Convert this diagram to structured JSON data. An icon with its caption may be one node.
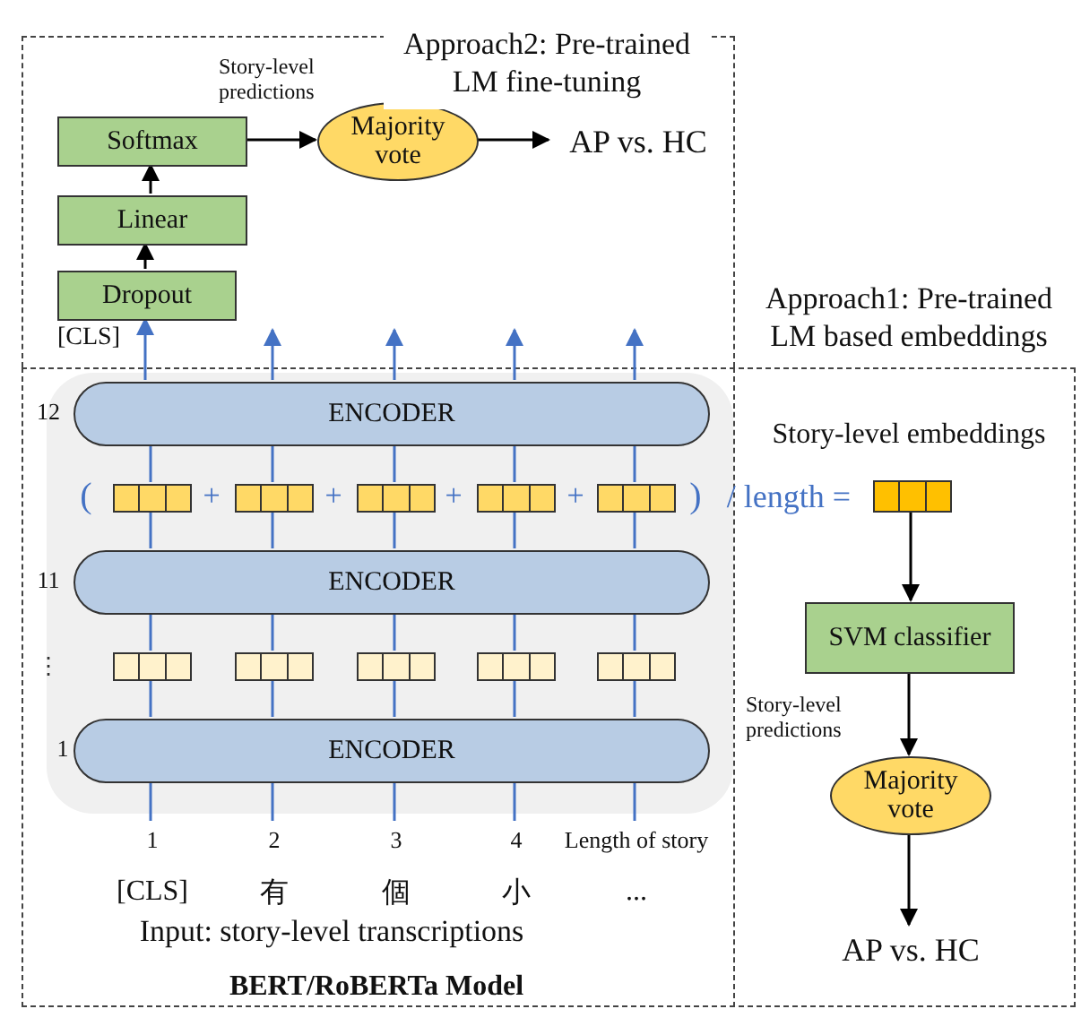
{
  "diagram": {
    "nodes": [
      {
        "text": [
          "Approach2: Pre-trained LM fine-tuning"
        ]
      },
      {
        "text": [
          "Softmax"
        ],
        "in": 0
      },
      {
        "text": [
          "Linear"
        ],
        "in": 0
      },
      {
        "text": [
          "Dropout"
        ],
        "in": 0
      },
      {
        "text": [
          "Majority vote"
        ],
        "in": 0
      },
      {
        "text": [
          "AP vs. HC"
        ],
        "in": 0
      },
      {
        "text": [
          "Approach1: Pre-trained LM based embeddings"
        ]
      },
      {
        "text": [],
        "shape": "box",
        "in": 6
      },
      {
        "text": [
          "ENCODER"
        ],
        "in": 7,
        "beside": [
          "12"
        ]
      },
      {
        "text": [
          "ENCODER"
        ],
        "in": 7,
        "beside": [
          "11"
        ]
      },
      {
        "text": [
          "ENCODER"
        ],
        "in": 7,
        "beside": [
          "1"
        ]
      },
      {
        "text": [],
        "shape": "bar",
        "in": 6,
        "beside": [
          "Story-level embeddings"
        ]
      },
      {
        "text": [
          "SVM classifier"
        ],
        "in": 6
      },
      {
        "text": [
          "Majority vote"
        ],
        "in": 6
      },
      {
        "text": [
          "AP vs. HC"
        ],
        "in": 6
      },
      {
        "text": [],
        "shape": "bar",
        "in": 7
      },
      {
        "text": [],
        "shape": "bar",
        "in": 7
      },
      {
        "text": [],
        "shape": "bar",
        "in": 7
      },
      {
        "text": [],
        "shape": "bar",
        "in": 7
      },
      {
        "text": [],
        "shape": "bar",
        "in": 7
      },
      {
        "text": [],
        "shape": "bar",
        "in": 7
      },
      {
        "text": [],
        "shape": "bar",
        "in": 7
      },
      {
        "text": [],
        "shape": "bar",
        "in": 7
      },
      {
        "text": [],
        "shape": "bar",
        "in": 7
      },
      {
        "text": [],
        "shape": "bar",
        "in": 7
      },
      {
        "text": [
          "[CLS]"
        ],
        "in": 6,
        "beside": [
          "1"
        ]
      },
      {
        "text": [
          "有"
        ],
        "in": 6,
        "beside": [
          "2"
        ]
      },
      {
        "text": [
          "個"
        ],
        "in": 6,
        "beside": [
          "3"
        ]
      },
      {
        "text": [
          "小"
        ],
        "in": 6,
        "beside": [
          "4"
        ]
      },
      {
        "text": [
          "..."
        ],
        "in": 6,
        "beside": [
          "Length of story"
        ]
      }
    ],
    "edges": [
      {
        "from": 3,
        "to": 2,
        "arrow": "to",
        "color": "#000000"
      },
      {
        "from": 2,
        "to": 1,
        "arrow": "to",
        "color": "#000000"
      },
      {
        "from": 1,
        "to": 4,
        "arrow": "to",
        "color": "#000000",
        "label": "Story-level predictions"
      },
      {
        "from": 4,
        "to": 5,
        "arrow": "to",
        "color": "#000000"
      },
      {
        "from": 8,
        "to": 3,
        "arrow": "to",
        "label": "[CLS]"
      },
      {
        "from": 8,
        "to": 0,
        "arrow": "to"
      },
      {
        "from": 8,
        "to": 0,
        "arrow": "to"
      },
      {
        "from": 8,
        "to": 0,
        "arrow": "to"
      },
      {
        "from": 8,
        "to": 0,
        "arrow": "to"
      },
      {
        "from": 15,
        "to": 8,
        "arrow": "none"
      },
      {
        "from": 16,
        "to": 8,
        "arrow": "none"
      },
      {
        "from": 17,
        "to": 8,
        "arrow": "none"
      },
      {
        "from": 18,
        "to": 8,
        "arrow": "none"
      },
      {
        "from": 19,
        "to": 8,
        "arrow": "none"
      },
      {
        "from": 9,
        "to": 15,
        "arrow": "none"
      },
      {
        "from": 9,
        "to": 16,
        "arrow": "none"
      },
      {
        "from": 9,
        "to": 17,
        "arrow": "none"
      },
      {
        "from": 9,
        "to": 18,
        "arrow": "none"
      },
      {
        "from": 9,
        "to": 19,
        "arrow": "none"
      },
      {
        "from": 20,
        "to": 9,
        "arrow": "none"
      },
      {
        "from": 21,
        "to": 9,
        "arrow": "none"
      },
      {
        "from": 22,
        "to": 9,
        "arrow": "none"
      },
      {
        "from": 23,
        "to": 9,
        "arrow": "none"
      },
      {
        "from": 24,
        "to": 9,
        "arrow": "none"
      },
      {
        "from": 10,
        "to": 20,
        "arrow": "none"
      },
      {
        "from": 10,
        "to": 21,
        "arrow": "none"
      },
      {
        "from": 10,
        "to": 22,
        "arrow": "none"
      },
      {
        "from": 10,
        "to": 23,
        "arrow": "none"
      },
      {
        "from": 10,
        "to": 24,
        "arrow": "none"
      },
      {
        "from": 25,
        "to": 10,
        "arrow": "none"
      },
      {
        "from": 26,
        "to": 10,
        "arrow": "none"
      },
      {
        "from": 27,
        "to": 10,
        "arrow": "none"
      },
      {
        "from": 28,
        "to": 10,
        "arrow": "none"
      },
      {
        "from": 29,
        "to": 10,
        "arrow": "none"
      },
      {
        "from": 11,
        "to": 12,
        "arrow": "to",
        "color": "#000000"
      },
      {
        "from": 12,
        "to": 13,
        "arrow": "to",
        "color": "#000000",
        "label": "Story-level predictions"
      },
      {
        "from": 13,
        "to": 14,
        "arrow": "to",
        "color": "#000000"
      }
    ],
    "labels": [
      "(",
      "+",
      "+",
      "+",
      "+",
      ")",
      "/ length =",
      "⋮",
      "Input: story-level transcriptions",
      "BERT/RoBERTa Model"
    ]
  }
}
